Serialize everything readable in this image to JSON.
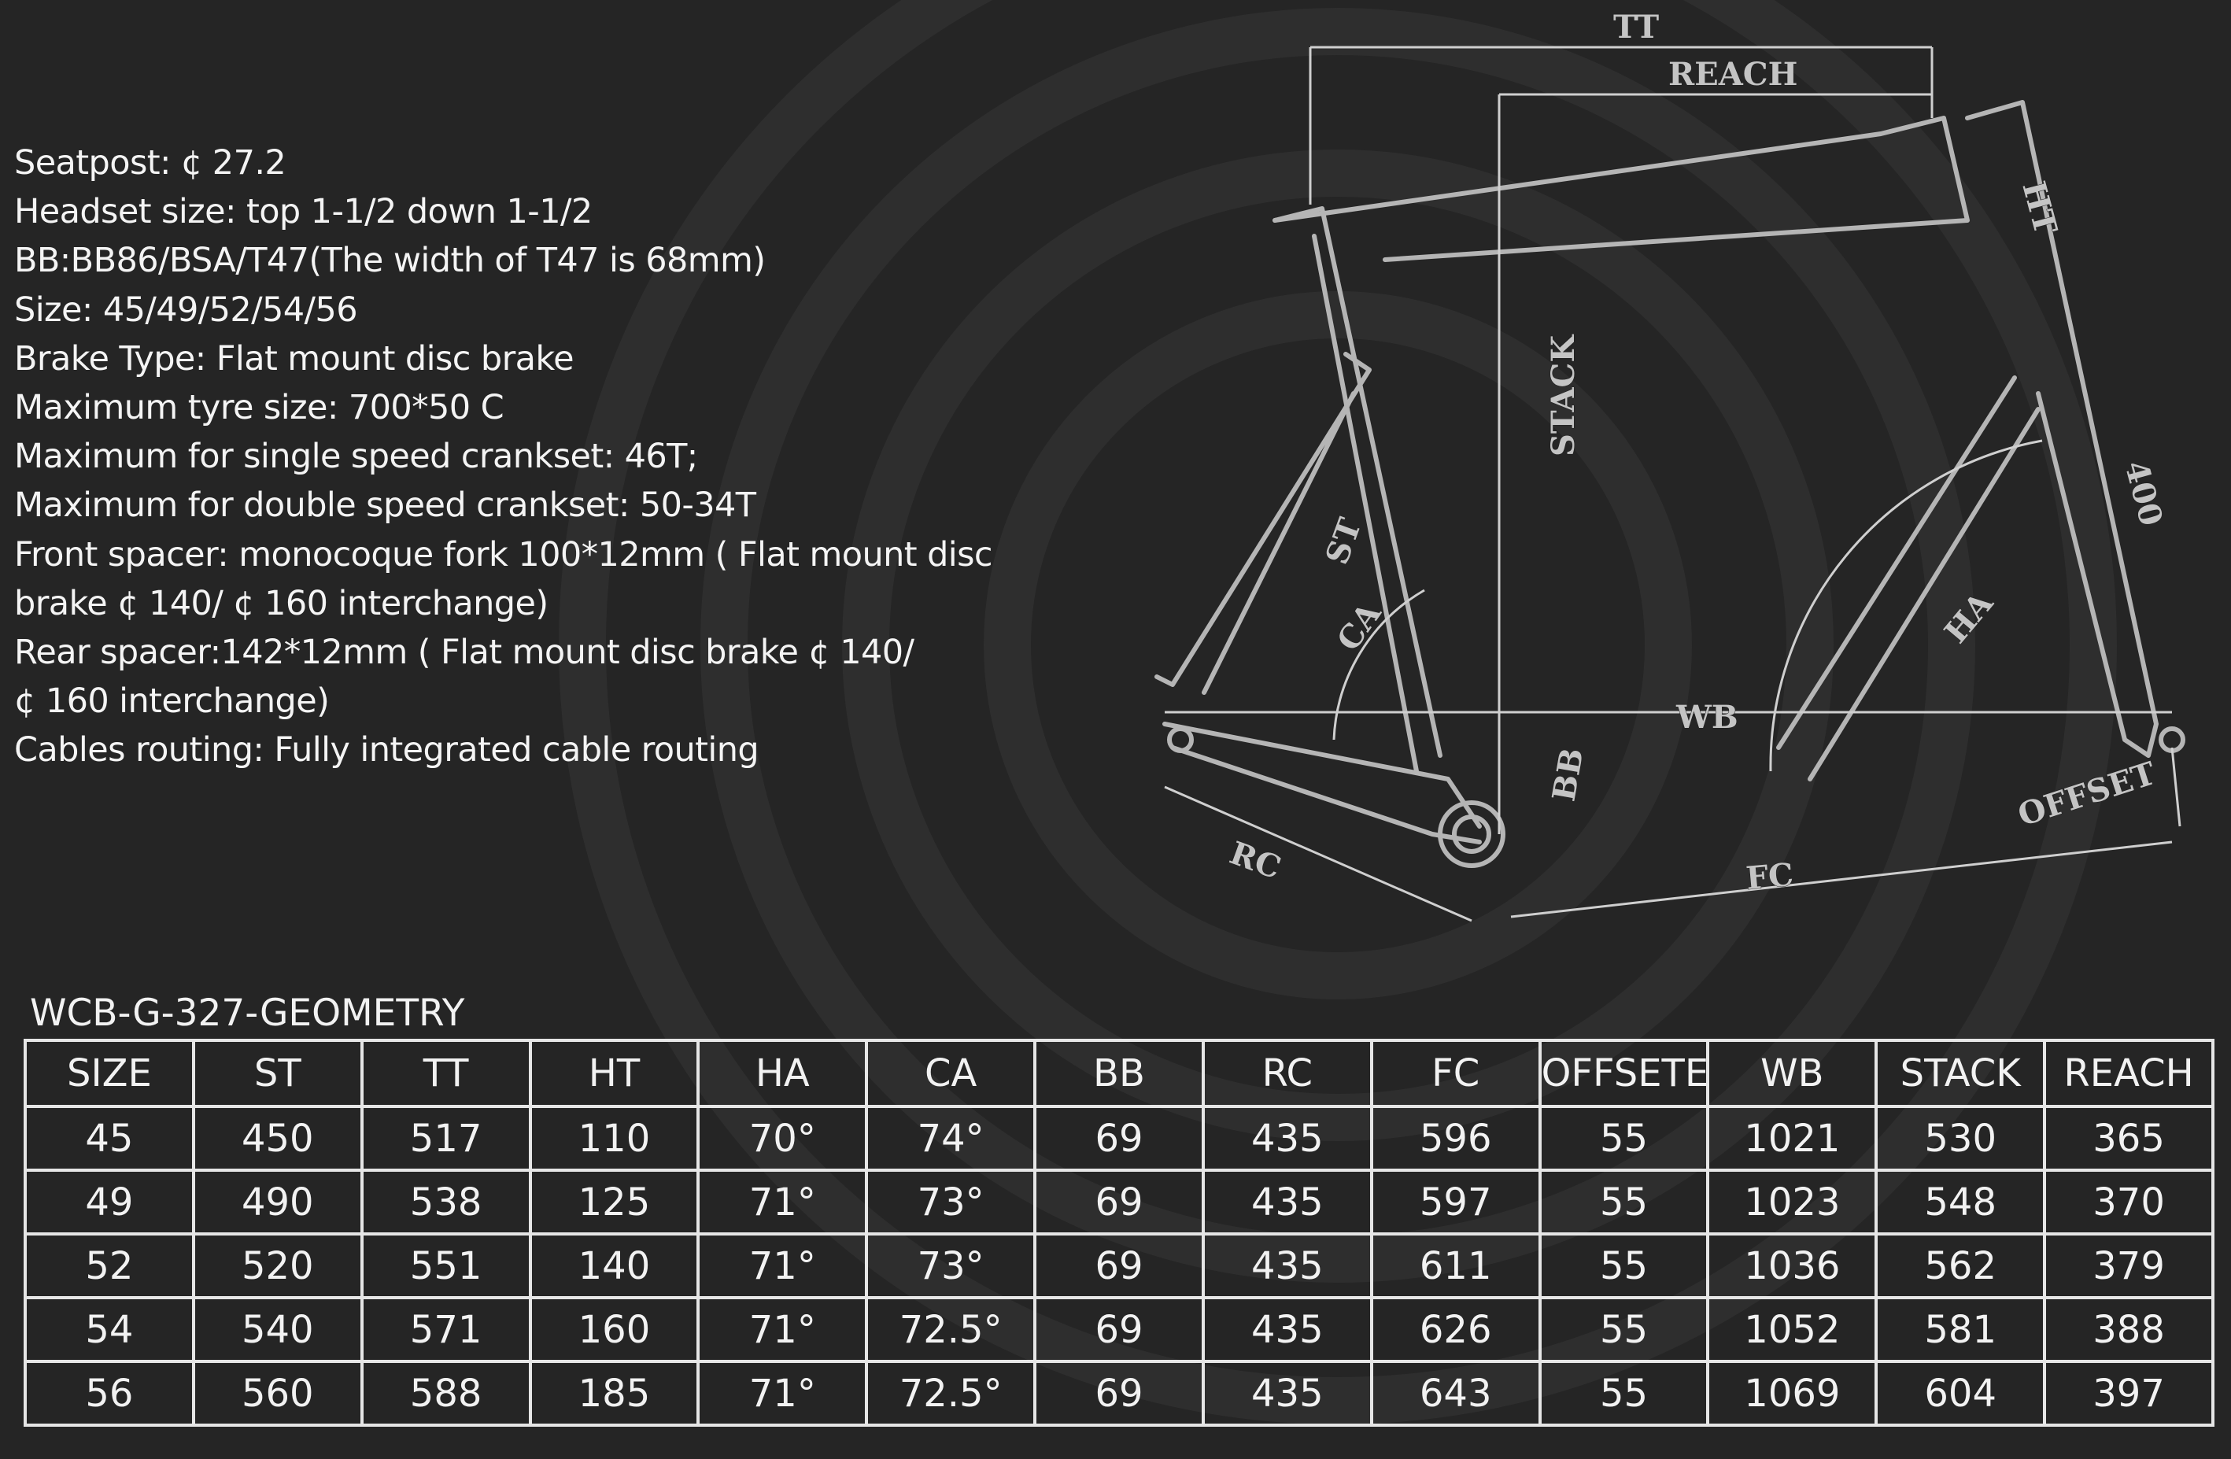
{
  "specs": [
    "Seatpost: ¢ 27.2",
    "Headset size: top 1-1/2 down 1-1/2",
    "BB:BB86/BSA/T47(The width of T47 is 68mm)",
    "Size: 45/49/52/54/56",
    "Brake Type: Flat mount disc brake",
    "Maximum tyre size: 700*50 C",
    "Maximum for single speed crankset: 46T;",
    "Maximum for double speed crankset: 50-34T",
    "Front spacer: monocoque fork 100*12mm ( Flat mount disc",
    "brake  ¢ 140/ ¢ 160 interchange)",
    "Rear spacer:142*12mm ( Flat mount disc brake  ¢ 140/",
    "¢ 160 interchange)",
    "Cables routing: Fully integrated cable routing"
  ],
  "diagram": {
    "labels": {
      "tt": "TT",
      "reach": "REACH",
      "ht": "HT",
      "stack": "STACK",
      "fork_length": "400",
      "st": "ST",
      "ca": "CA",
      "ha": "HA",
      "wb": "WB",
      "bb": "BB",
      "offset": "OFFSET",
      "rc": "RC",
      "fc": "FC"
    }
  },
  "table": {
    "title": "WCB-G-327-GEOMETRY",
    "columns": [
      "SIZE",
      "ST",
      "TT",
      "HT",
      "HA",
      "CA",
      "BB",
      "RC",
      "FC",
      "OFFSETE",
      "WB",
      "STACK",
      "REACH"
    ],
    "rows": [
      [
        "45",
        "450",
        "517",
        "110",
        "70°",
        "74°",
        "69",
        "435",
        "596",
        "55",
        "1021",
        "530",
        "365"
      ],
      [
        "49",
        "490",
        "538",
        "125",
        "71°",
        "73°",
        "69",
        "435",
        "597",
        "55",
        "1023",
        "548",
        "370"
      ],
      [
        "52",
        "520",
        "551",
        "140",
        "71°",
        "73°",
        "69",
        "435",
        "611",
        "55",
        "1036",
        "562",
        "379"
      ],
      [
        "54",
        "540",
        "571",
        "160",
        "71°",
        "72.5°",
        "69",
        "435",
        "626",
        "55",
        "1052",
        "581",
        "388"
      ],
      [
        "56",
        "560",
        "588",
        "185",
        "71°",
        "72.5°",
        "69",
        "435",
        "643",
        "55",
        "1069",
        "604",
        "397"
      ]
    ]
  },
  "colors": {
    "background": "#252525",
    "text": "#f2f2f2",
    "frame_line": "#b5b5b5",
    "table_border": "#e6e6e6"
  }
}
